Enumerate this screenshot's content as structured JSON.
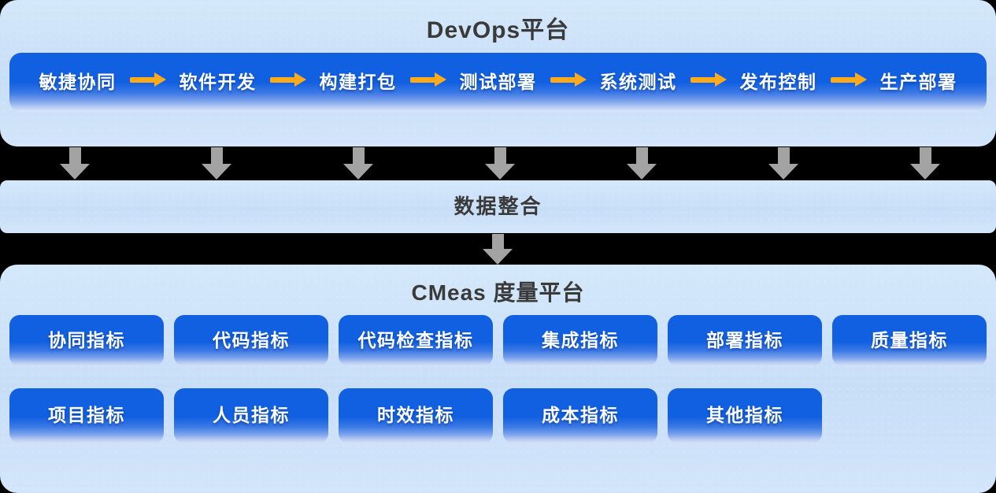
{
  "devops_panel": {
    "title": "DevOps平台",
    "stages": [
      "敏捷协同",
      "软件开发",
      "构建打包",
      "测试部署",
      "系统测试",
      "发布控制",
      "生产部署"
    ]
  },
  "integration_panel": {
    "title": "数据整合"
  },
  "cmeas_panel": {
    "title": "CMeas 度量平台",
    "metrics_row1": [
      "协同指标",
      "代码指标",
      "代码检查指标",
      "集成指标",
      "部署指标",
      "质量指标"
    ],
    "metrics_row2": [
      "项目指标",
      "人员指标",
      "时效指标",
      "成本指标",
      "其他指标"
    ]
  },
  "colors": {
    "primary_blue": "#1160e2",
    "arrow_orange": "#ffaa1a",
    "arrow_gray": "#a3a3a3",
    "panel_light_blue": "#cde3f8",
    "title_text": "#3a3a3a",
    "background": "#000000"
  }
}
